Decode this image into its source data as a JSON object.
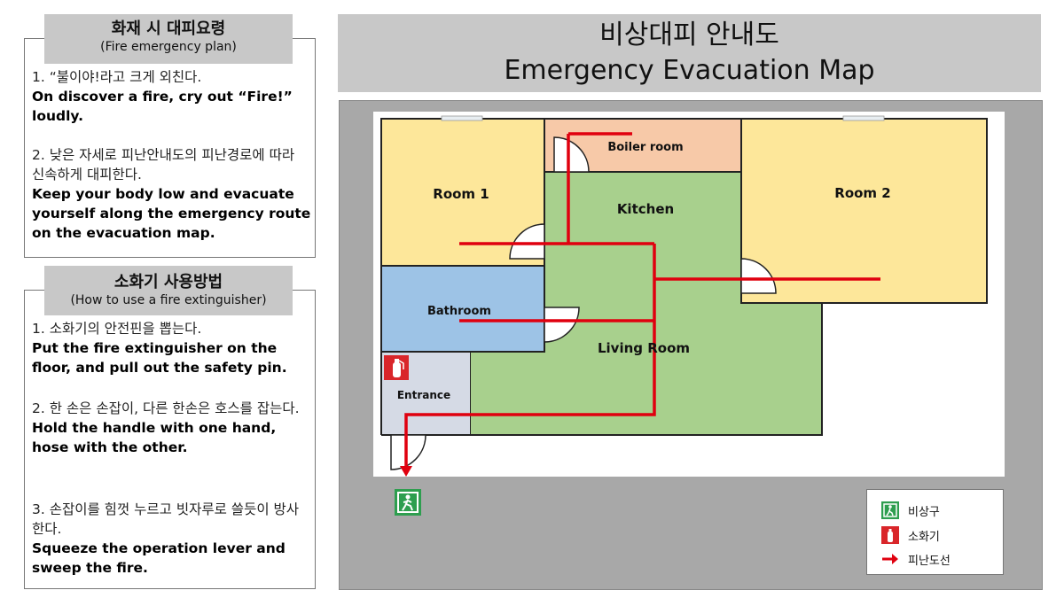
{
  "left_panel_1": {
    "title_ko": "화재 시 대피요령",
    "title_en": "(Fire emergency plan)",
    "steps": [
      {
        "ko": "1. “불이야!라고 크게 외친다.",
        "en": "On discover a fire, cry out “Fire!” loudly."
      },
      {
        "ko": "2. 낮은 자세로 피난안내도의 피난경로에 따라 신속하게 대피한다.",
        "en": "Keep your body low and evacuate yourself along the emergency route on the evacuation map."
      }
    ]
  },
  "left_panel_2": {
    "title_ko": "소화기 사용방법",
    "title_en": "(How to use a fire extinguisher)",
    "steps": [
      {
        "ko": "1. 소화기의 안전핀을 뽑는다.",
        "en": "Put the fire extinguisher on the floor, and pull out the safety pin."
      },
      {
        "ko": "2. 한 손은 손잡이, 다른 한손은 호스를 잡는다.",
        "en": "Hold the handle with one hand, hose with the other."
      },
      {
        "ko": "3. 손잡이를 힘껏 누르고 빗자루로 쓸듯이 방사한다.",
        "en": "Squeeze the operation lever and sweep the fire."
      }
    ]
  },
  "header": {
    "title_ko": "비상대피 안내도",
    "title_en": "Emergency Evacuation Map"
  },
  "map": {
    "rooms": {
      "room1": "Room 1",
      "boiler": "Boiler room",
      "kitchen": "Kitchen",
      "room2": "Room 2",
      "bathroom": "Bathroom",
      "living": "Living Room",
      "entrance": "Entrance"
    },
    "colors": {
      "room1": "#fde79a",
      "room2": "#fde79a",
      "boiler": "#f7c9a8",
      "kitchen": "#a8d08d",
      "living": "#a8d08d",
      "bathroom": "#9dc3e6",
      "entrance": "#d5dae5",
      "route": "#e0000f",
      "exit_sign": "#2e9e4f",
      "extinguisher": "#d9262a"
    }
  },
  "legend": {
    "exit": "비상구",
    "extinguisher": "소화기",
    "route": "피난도선"
  }
}
